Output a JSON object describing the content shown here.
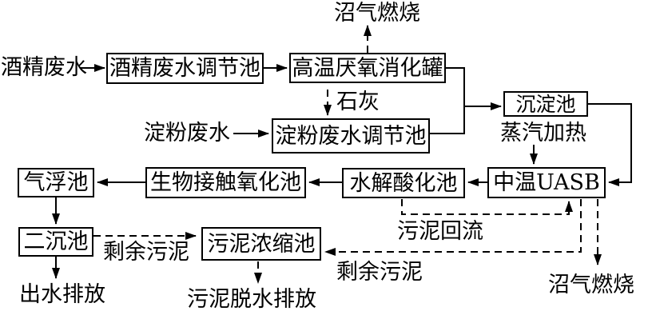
{
  "colors": {
    "background": "#ffffff",
    "ink": "#000000"
  },
  "diagram": {
    "boxes": {
      "alcohol_adjust": "酒精废水调节池",
      "high_temp_digester": "高温厌氧消化罐",
      "starch_adjust": "淀粉废水调节池",
      "sedimentation": "沉淀池",
      "uasb": "中温UASB",
      "hydrolysis": "水解酸化池",
      "bio_contact": "生物接触氧化池",
      "air_flotation": "气浮池",
      "secondary_sed": "二沉池",
      "sludge_thickener": "污泥浓缩池"
    },
    "labels": {
      "alcohol_wastewater": "酒精废水",
      "starch_wastewater": "淀粉废水",
      "biogas_burn_top": "沼气燃烧",
      "lime": "石灰",
      "steam_heating": "蒸汽加热",
      "sludge_return": "污泥回流",
      "excess_sludge_left": "剩余污泥",
      "excess_sludge_right": "剩余污泥",
      "effluent_discharge": "出水排放",
      "sludge_dewater_discharge": "污泥脱水排放",
      "biogas_burn_bottom": "沼气燃烧"
    }
  }
}
